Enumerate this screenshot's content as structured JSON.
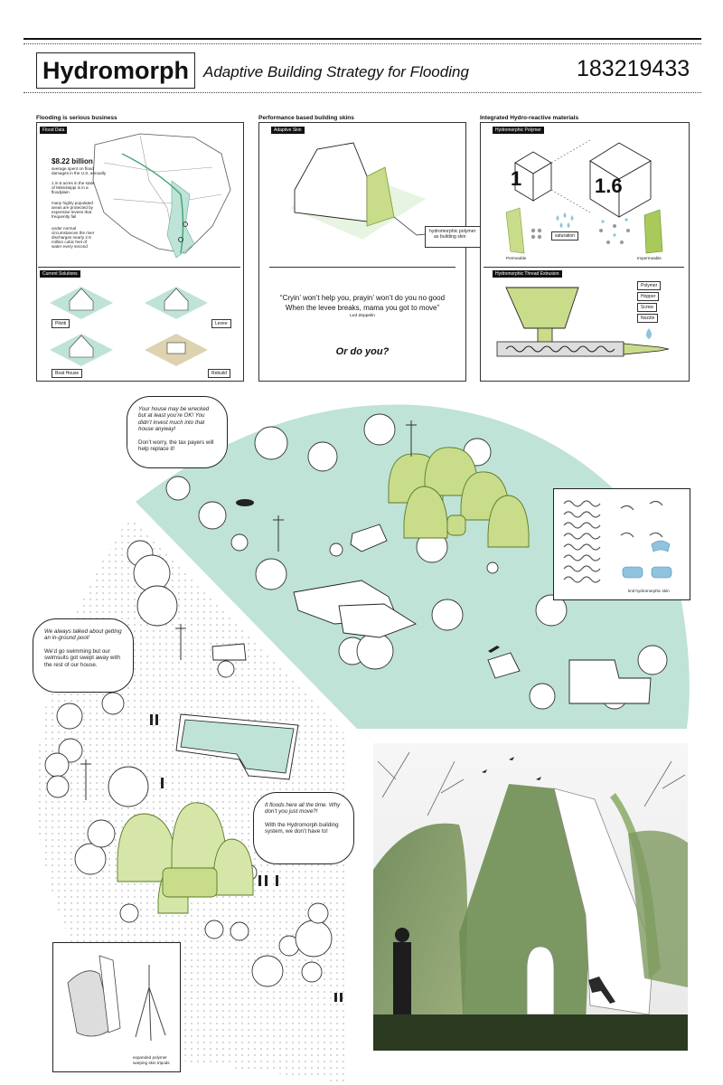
{
  "header": {
    "title": "Hydromorph",
    "subtitle": "Adaptive Building Strategy for Flooding",
    "id_number": "183219433"
  },
  "panel_flooding": {
    "title": "Flooding is serious business",
    "flood_data_tag": "Flood Data",
    "stat_value": "$8.22 billion",
    "stat_caption_1": "average spent on flood",
    "stat_caption_2": "damages in the U.S. annually",
    "fact1": [
      "1 in 6 acres in the state",
      "of Mississippi is in a",
      "floodplain"
    ],
    "fact2": [
      "many highly populated",
      "areas are protected by",
      "expensive levees that",
      "frequently fail"
    ],
    "fact3": [
      "under normal",
      "circumstances the river",
      "discharges nearly 2.9",
      "million cubic feet of",
      "water every second"
    ],
    "current_solutions_tag": "Current Solutions",
    "solutions": [
      "Pilotti",
      "Levee",
      "Boat House",
      "Rebuild"
    ]
  },
  "panel_performance": {
    "title": "Performance based building skins",
    "adaptive_tag": "Adaptive Skin",
    "callout_1": "hydromorphic polymer",
    "callout_2": "as building skin",
    "quote_line1": "“Cryin’ won’t help you, prayin’ won’t do you no good",
    "quote_line2": "When the levee breaks, mama you got to move”",
    "quote_author": "Led Zeppelin",
    "punchline": "Or do you?"
  },
  "panel_materials": {
    "title": "Integrated Hydro-reactive materials",
    "polymer_tag": "Hydromorphic Polymer",
    "cube_small": "1",
    "cube_large": "1.6",
    "permeable": "Permeable",
    "saturation": "saturation",
    "impermeable": "Impermeable",
    "extrusion_tag": "Hydromorphic Thread Extrusion",
    "parts": [
      "Polymer",
      "Hopper",
      "Screw",
      "Nozzle"
    ]
  },
  "bubbles": {
    "b1_italic": "Your house may be wrecked but at least you’re OK! You didn’t invest much into that house anyway!",
    "b1_plain": "Don’t worry, the tax payers will help replace it!",
    "b2_italic": "We always talked about getting an in-ground pool!",
    "b2_plain": "We’d go swimming but our swimsuits got swept away with the rest of our house.",
    "b3_italic": "It floods here all the time. Why don’t you just move?!",
    "b3_plain": "With the Hydromorph building system, we don’t have to!"
  },
  "insets": {
    "knit_label": "knit hydromorphic skin",
    "tripod_label_1": "expanded polymer",
    "tripod_label_2": "warping skin tripods"
  },
  "colors": {
    "flood_green": "#bfe3d6",
    "polymer_green": "#c9dc8a",
    "polymer_dark": "#9fb95a",
    "water_blue": "#8fc3df"
  }
}
